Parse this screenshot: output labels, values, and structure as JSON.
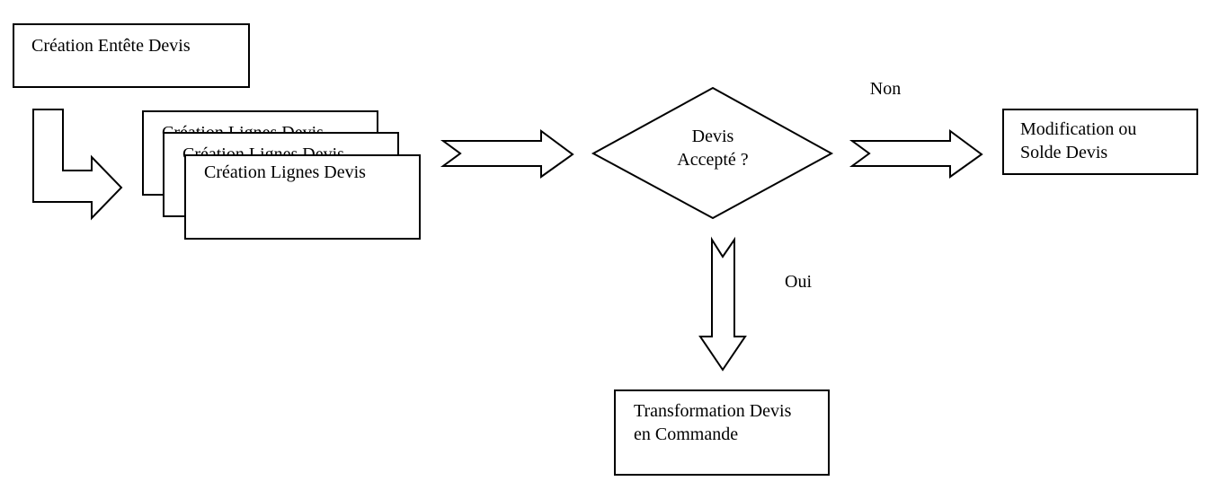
{
  "colors": {
    "stroke": "#000000",
    "node_fill": "#ffffff",
    "text": "#000000",
    "background": "#ffffff"
  },
  "nodes": {
    "creation_entete": {
      "label": "Création Entête Devis"
    },
    "creation_lignes": {
      "label": "Création Lignes Devis"
    },
    "decision": {
      "line1": "Devis",
      "line2": "Accepté ?"
    },
    "modification": {
      "line1": "Modification ou",
      "line2": "Solde Devis"
    },
    "transformation": {
      "line1": "Transformation Devis",
      "line2": "en Commande"
    }
  },
  "edge_labels": {
    "non": "Non",
    "oui": "Oui"
  }
}
